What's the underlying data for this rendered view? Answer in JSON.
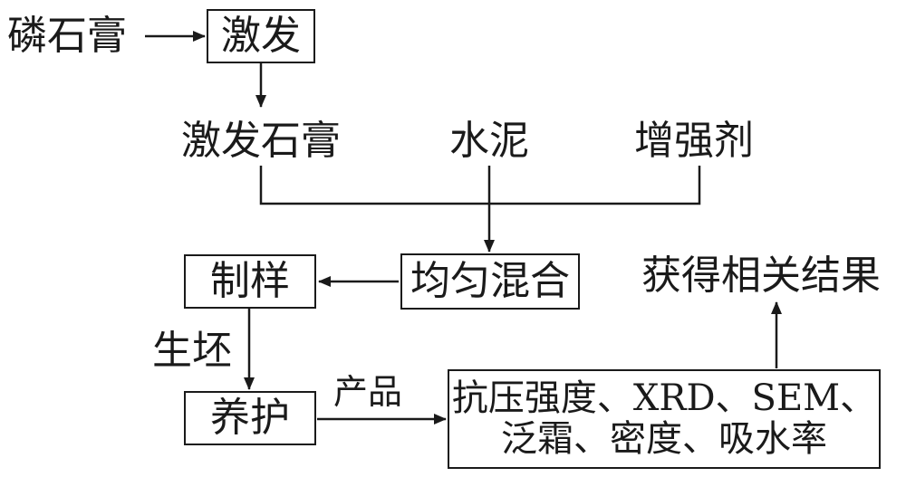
{
  "nodes": {
    "phosphogypsum": "磷石膏",
    "activation": "激发",
    "activated_gypsum": "激发石膏",
    "cement": "水泥",
    "strengthener": "增强剂",
    "uniform_mixing": "均匀混合",
    "sample_prep": "制样",
    "green_body": "生坯",
    "curing": "养护",
    "product": "产品",
    "tests_line1": "抗压强度、XRD、SEM、",
    "tests_line2": "泛霜、密度、吸水率",
    "results": "获得相关结果"
  },
  "colors": {
    "stroke": "#1a1a1a",
    "background": "#ffffff"
  }
}
